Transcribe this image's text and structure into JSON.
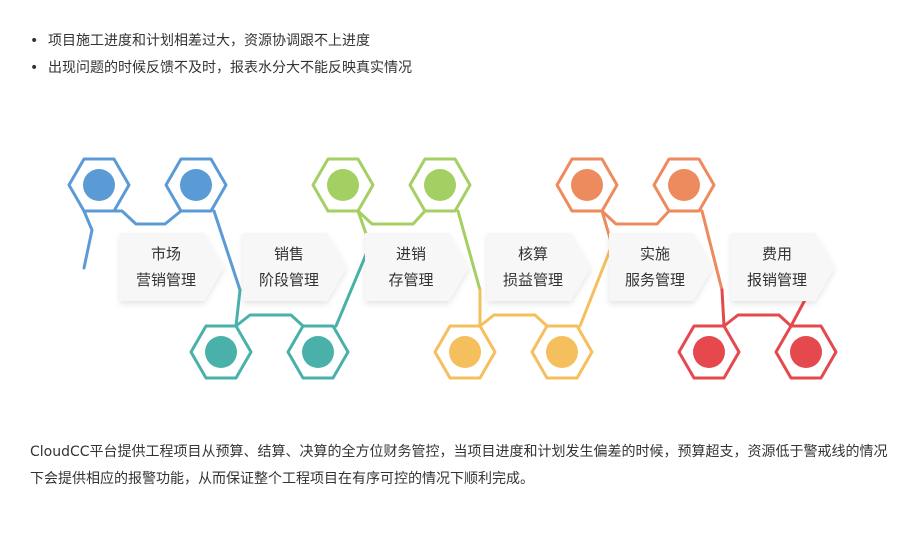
{
  "bullets": [
    "项目施工进度和计划相差过大，资源协调跟不上进度",
    "出现问题的时候反馈不及时，报表水分大不能反映真实情况"
  ],
  "colors": {
    "blue": "#5b9bd5",
    "teal": "#49b1a9",
    "green": "#a4cf63",
    "yellow": "#f5bf5e",
    "orange": "#ee8b5e",
    "red": "#e5484d",
    "label_bg": "#f7f7f7",
    "text": "#333333"
  },
  "stages": [
    {
      "line1": "市场",
      "line2": "营销管理"
    },
    {
      "line1": "销售",
      "line2": "阶段管理"
    },
    {
      "line1": "进销",
      "line2": "存管理"
    },
    {
      "line1": "核算",
      "line2": "损益管理"
    },
    {
      "line1": "实施",
      "line2": "服务管理"
    },
    {
      "line1": "费用",
      "line2": "报销管理"
    }
  ],
  "description": "CloudCC平台提供工程项目从预算、结算、决算的全方位财务管控，当项目进度和计划发生偏差的时候，预算超支，资源低于警戒线的情况下会提供相应的报警功能，从而保证整个工程项目在有序可控的情况下顺利完成。"
}
